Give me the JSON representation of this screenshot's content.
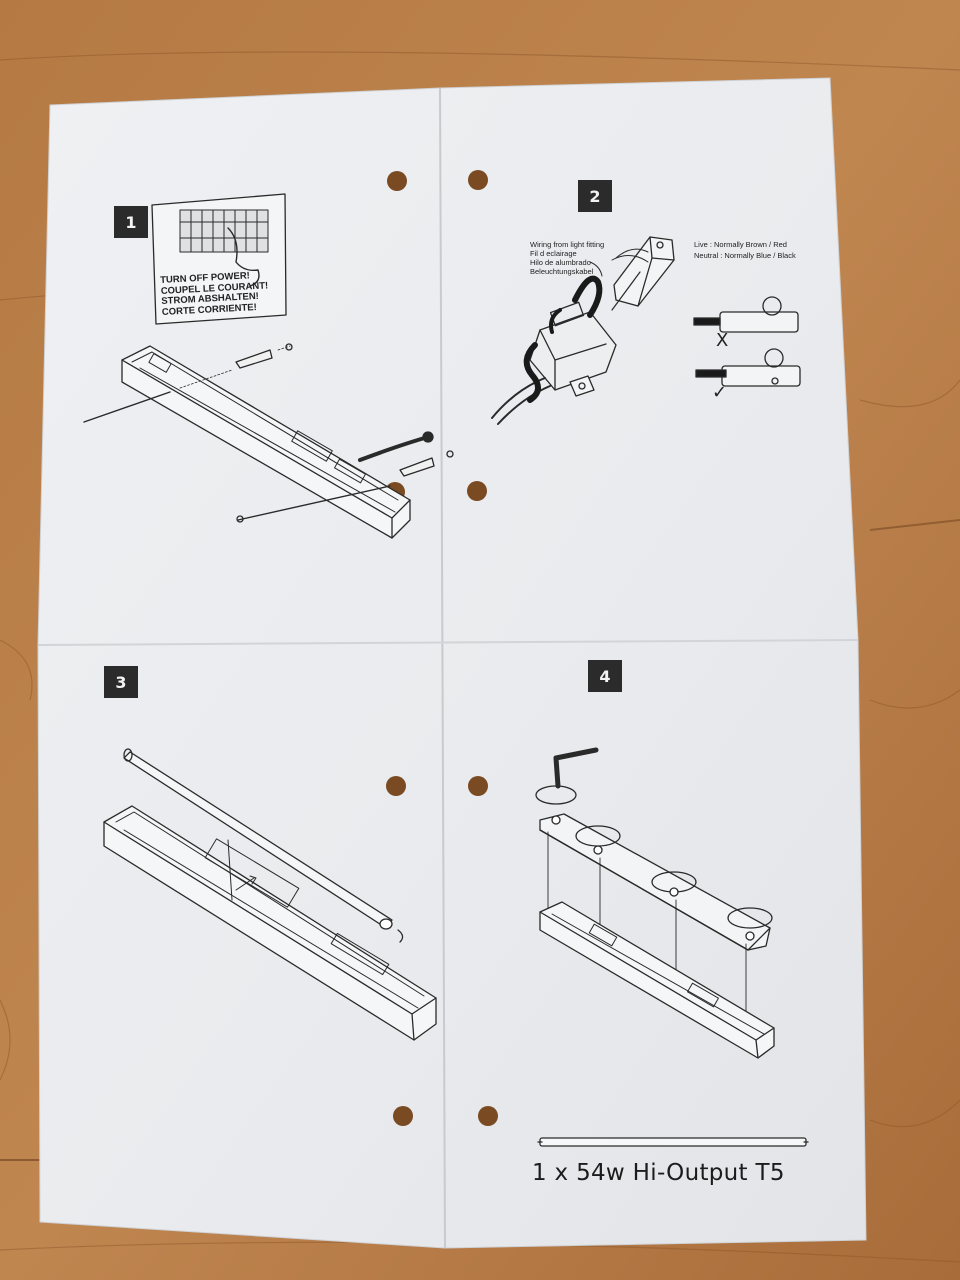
{
  "steps": [
    "1",
    "2",
    "3",
    "4"
  ],
  "warning": {
    "lines": [
      "TURN OFF POWER!",
      "COUPEL LE COURANT!",
      "STROM ABSHALTEN!",
      "CORTE CORRIENTE!"
    ]
  },
  "wiring": {
    "label_lines": [
      "Wiring from light fitting",
      "Fil d eclairage",
      "Hilo de alumbrado",
      "Beleuchtungskabel"
    ],
    "live": "Live : Normally Brown / Red",
    "neutral": "Neutral : Normally Blue / Black",
    "wrong_mark": "X",
    "correct_mark": "✓"
  },
  "lamp": {
    "caption": "1 x 54w Hi-Output T5"
  },
  "colors": {
    "wood": "#b87a45",
    "paper": "#eef0f2",
    "ink": "#2b2b2b"
  }
}
